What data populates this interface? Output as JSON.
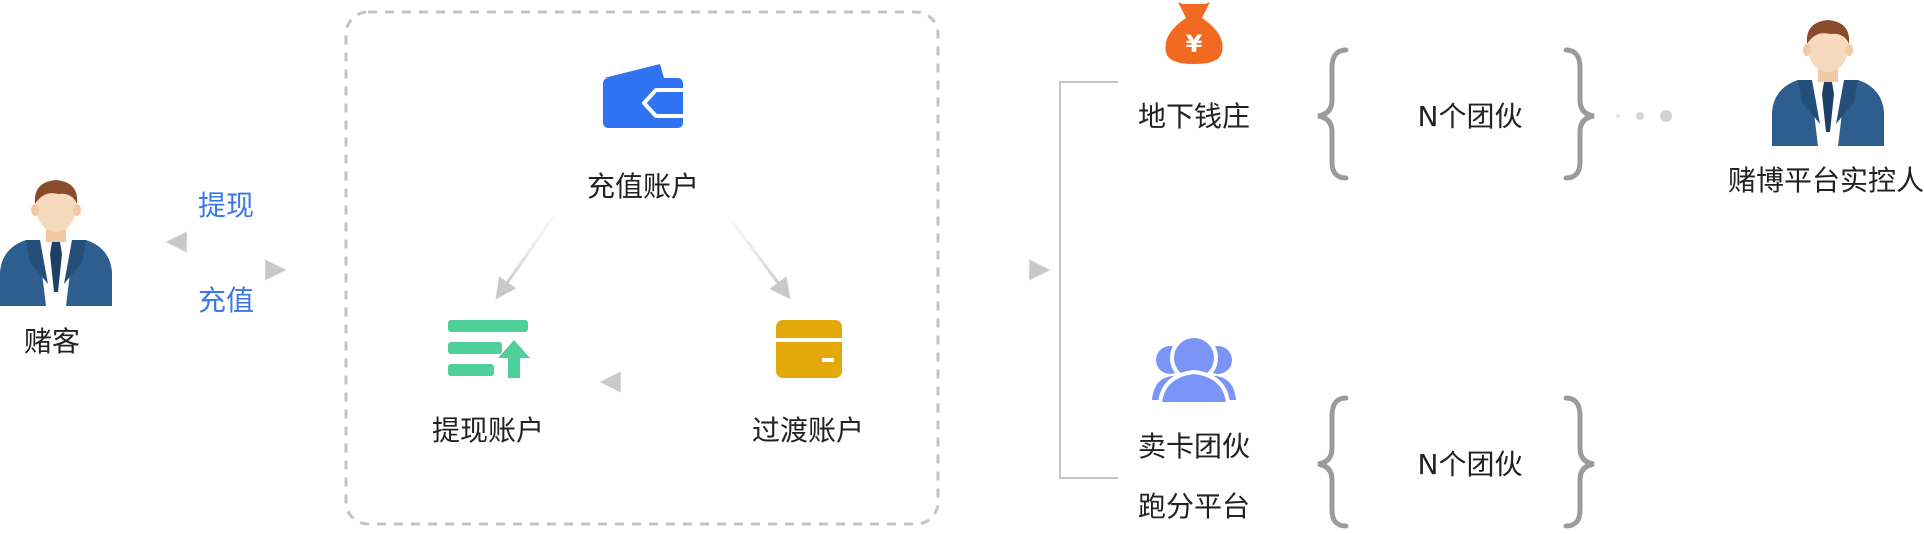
{
  "nodes": {
    "gambler": "赌客",
    "recharge_account": "充值账户",
    "withdraw_account": "提现账户",
    "transit_account": "过渡账户",
    "underground_bank": "地下钱庄",
    "card_gang_line1": "卖卡团伙",
    "card_gang_line2": "跑分平台",
    "platform_controller": "赌博平台实控人"
  },
  "edges": {
    "withdraw": "提现",
    "recharge": "充值"
  },
  "groups": {
    "top": "N个团伙",
    "bottom": "N个团伙"
  },
  "icons": {
    "money_bag_symbol": "¥"
  },
  "colors": {
    "wallet_blue": "#2f73f0",
    "withdraw_green": "#4fcf9a",
    "transit_gold": "#e3a90b",
    "bag_orange": "#f26a21",
    "people_blue": "#7b95f7",
    "edge_blue_text": "#3b78e7",
    "suit_blue": "#2e5e8e"
  }
}
